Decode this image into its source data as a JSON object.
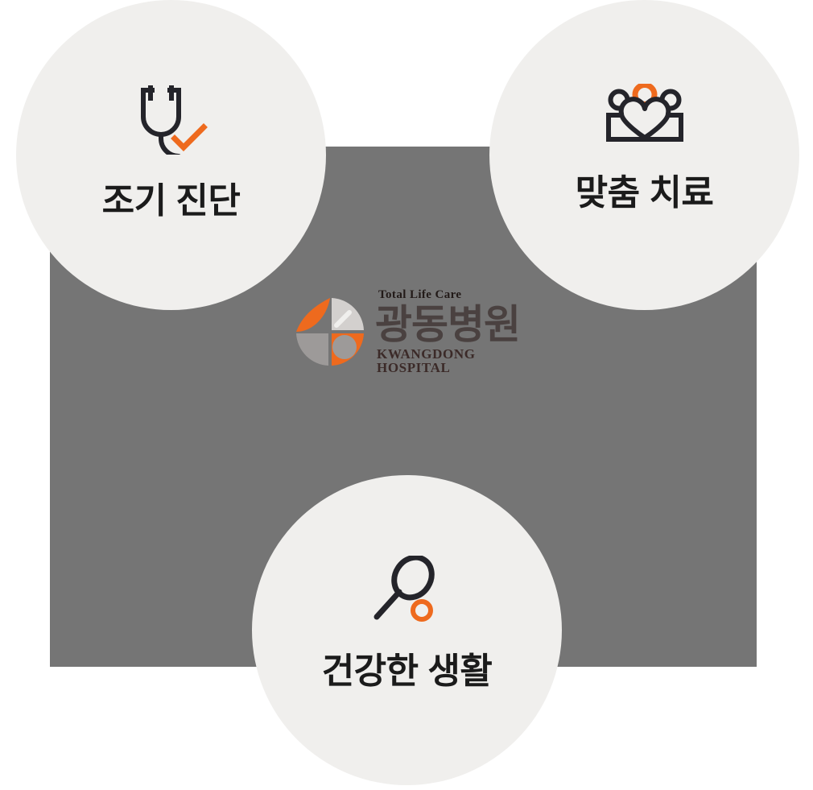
{
  "colors": {
    "backdrop_gray": "#757575",
    "arc_gray": "#787878",
    "circle_fill": "#f0efed",
    "accent_orange": "#ee6a1e",
    "icon_dark": "#24242a",
    "logo_text_gray": "#4a4140",
    "logo_light_gray": "#d3d0ce",
    "logo_mid_gray": "#9d9a99",
    "page_background": "#ffffff"
  },
  "brand": {
    "tagline": "Total Life Care",
    "name_ko": "광동병원",
    "name_en": "KWANGDONG HOSPITAL",
    "mark_name": "kwangdong-quadrant-logo-mark"
  },
  "features": [
    {
      "id": "early-diagnosis",
      "label": "조기 진단",
      "icon": "stethoscope-check-icon",
      "icon_accent": "checkmark"
    },
    {
      "id": "customized-treatment",
      "label": "맞춤 치료",
      "icon": "family-heart-icon",
      "icon_accent": "center-head"
    },
    {
      "id": "healthy-life",
      "label": "건강한 생활",
      "icon": "tennis-racket-ball-icon",
      "icon_accent": "ball"
    }
  ]
}
